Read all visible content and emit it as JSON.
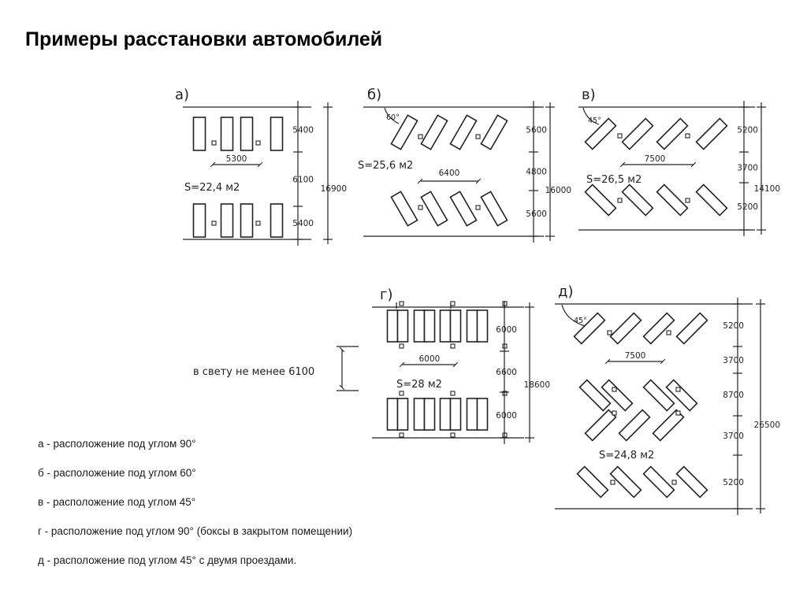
{
  "slide": {
    "title": "Примеры расстановки автомобилей"
  },
  "schemes": {
    "a": {
      "label": "а)",
      "area": "S=22,4 м2",
      "dims": [
        "5400",
        "6100",
        "5400"
      ],
      "total": "16900",
      "spacing": "5300"
    },
    "b": {
      "label": "б)",
      "angle": "60°",
      "area": "S=25,6 м2",
      "dims": [
        "5600",
        "4800",
        "5600"
      ],
      "total": "16000",
      "spacing": "6400"
    },
    "v": {
      "label": "в)",
      "angle": "45°",
      "area": "S=26,5 м2",
      "dims": [
        "5200",
        "3700",
        "5200"
      ],
      "total": "14100",
      "spacing": "7500"
    },
    "g": {
      "label": "г)",
      "area": "S=28 м2",
      "dims": [
        "6000",
        "6600",
        "6000"
      ],
      "total": "18600",
      "spacing": "6000",
      "note": "в свету не менее 6100"
    },
    "d": {
      "label": "д)",
      "angle": "45°",
      "area": "S=24,8 м2",
      "dims": [
        "5200",
        "3700",
        "8700",
        "3700",
        "5200"
      ],
      "total": "26500",
      "spacing": "7500"
    }
  },
  "legend": {
    "items": [
      "а - расположение под углом 90°",
      "б - расположение под углом 60°",
      "в - расположение под углом 45°",
      "г - расположение под углом 90° (боксы в закрытом помещении)",
      "д - расположение под углом 45° с двумя проездами."
    ]
  }
}
